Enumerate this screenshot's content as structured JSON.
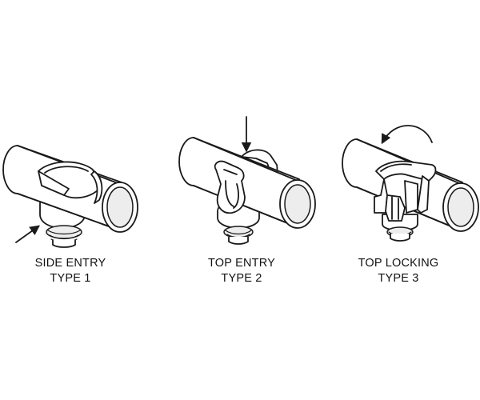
{
  "figures": [
    {
      "caption_line1": "SIDE ENTRY",
      "caption_line2": "TYPE 1"
    },
    {
      "caption_line1": "TOP ENTRY",
      "caption_line2": "TYPE 2"
    },
    {
      "caption_line1": "TOP LOCKING",
      "caption_line2": "TYPE 3"
    }
  ],
  "colors": {
    "line": "#1a1a1a",
    "background": "#ffffff"
  }
}
